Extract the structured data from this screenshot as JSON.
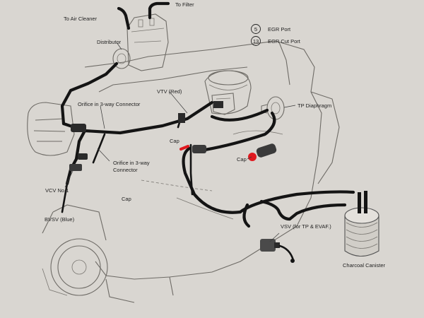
{
  "labels": {
    "to_air_cleaner": "To Air Cleaner",
    "to_filter": "To Filter",
    "distributor": "Distributor",
    "vtv": "VTV (Red)",
    "tp_diaphragm": "TP Diaphragm",
    "orifice_top": "Orifice in 3-way Connector",
    "orifice_bottom_1": "Orifice in 3-way",
    "orifice_bottom_2": "Connector",
    "cap_upper": "Cap",
    "cap_right": "Cap",
    "cap_lower": "Cap",
    "vcv": "VCV No.1",
    "bvsv": "BVSV (Blue)",
    "vsv": "VSV (for TP & EVAF.)",
    "charcoal_canister": "Charcoal Canister"
  },
  "legend": [
    {
      "num": "5",
      "text": "EGR Port"
    },
    {
      "num": "13",
      "text": "EGR Cut Port"
    }
  ],
  "colors": {
    "paper": "#d9d6d1",
    "hose": "#141414",
    "outline": "#6e6b66",
    "cap_highlight": "#e0191f"
  }
}
